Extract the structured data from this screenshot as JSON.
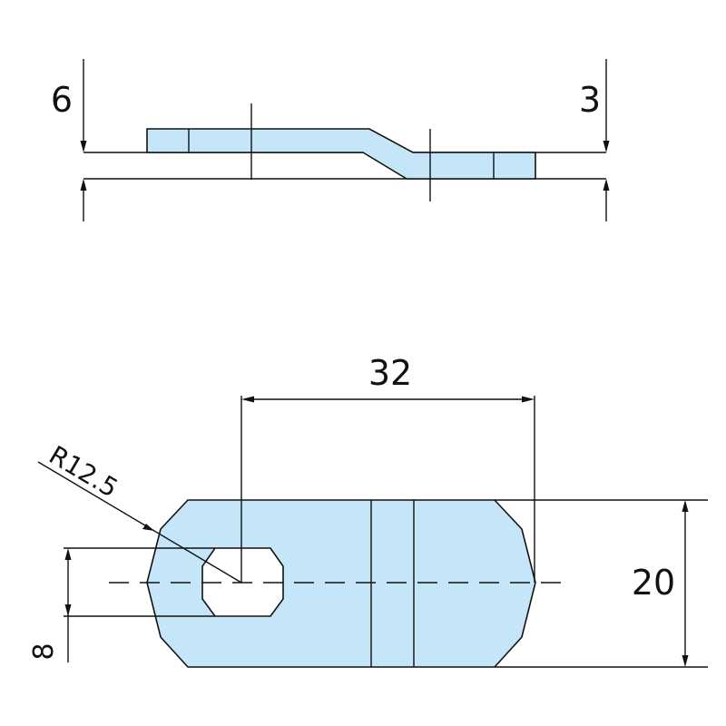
{
  "colors": {
    "part_fill": "#c5e6f8",
    "line": "#111111",
    "background": "#ffffff"
  },
  "side_view": {
    "dim_left_thickness": "6",
    "dim_right_thickness": "3"
  },
  "top_view": {
    "dim_hole_spacing": "32",
    "dim_radius": "R12.5",
    "dim_width": "20",
    "dim_slot_width": "8"
  }
}
